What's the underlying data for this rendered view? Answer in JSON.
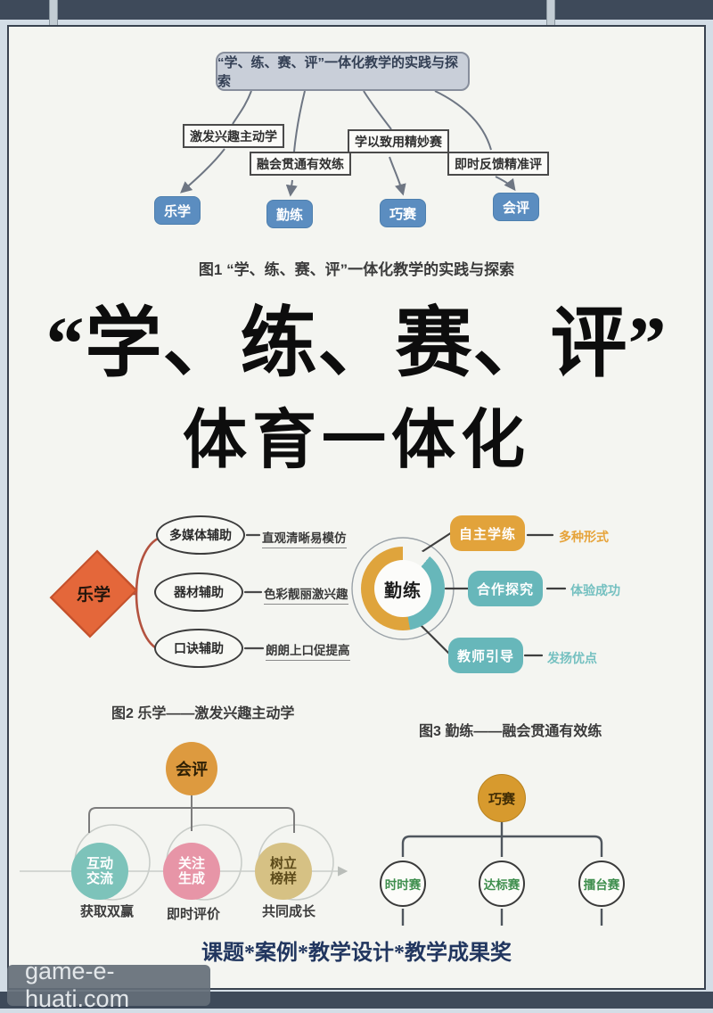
{
  "frame": {
    "watermark": "game-e-huati.com"
  },
  "fig1": {
    "title": "“学、练、赛、评”一体化教学的实践与探索",
    "labels": [
      "激发兴趣主动学",
      "融会贯通有效练",
      "学以致用精妙赛",
      "即时反馈精准评"
    ],
    "nodes": [
      "乐学",
      "勤练",
      "巧赛",
      "会评"
    ],
    "caption": "图1 “学、练、赛、评”一体化教学的实践与探索"
  },
  "main_title": {
    "line1": "“学、练、赛、评”",
    "line2": "体育一体化"
  },
  "fig2": {
    "root": "乐学",
    "branches": [
      {
        "node": "多媒体辅助",
        "note": "直观清晰易模仿"
      },
      {
        "node": "器材辅助",
        "note": "色彩靓丽激兴趣"
      },
      {
        "node": "口诀辅助",
        "note": "朗朗上口促提高"
      }
    ],
    "caption": "图2 乐学——激发兴趣主动学"
  },
  "fig3": {
    "root": "勤练",
    "branches": [
      {
        "node": "自主学练",
        "note": "多种形式"
      },
      {
        "node": "合作探究",
        "note": "体验成功"
      },
      {
        "node": "教师引导",
        "note": "发扬优点"
      }
    ],
    "caption": "图3 勤练——融会贯通有效练"
  },
  "fig4": {
    "root": "会评",
    "branches": [
      {
        "node": "互动交流",
        "note": "获取双赢"
      },
      {
        "node": "关注生成",
        "note": "即时评价"
      },
      {
        "node": "树立榜样",
        "note": "共同成长"
      }
    ]
  },
  "fig5": {
    "root": "巧赛",
    "leaves": [
      "时时赛",
      "达标赛",
      "擂台赛"
    ]
  },
  "footer": "课题*案例*教学设计*教学成果奖",
  "colors": {
    "frame_bar": "#3e4a5a",
    "node_blue": "#5b8dc0",
    "orange_red": "#e4673a",
    "gold": "#dfa43c",
    "teal": "#67b7ba",
    "pink": "#e795a7",
    "tan": "#d6c184",
    "leaf_green": "#3e8e4d",
    "footer_navy": "#21365f"
  }
}
